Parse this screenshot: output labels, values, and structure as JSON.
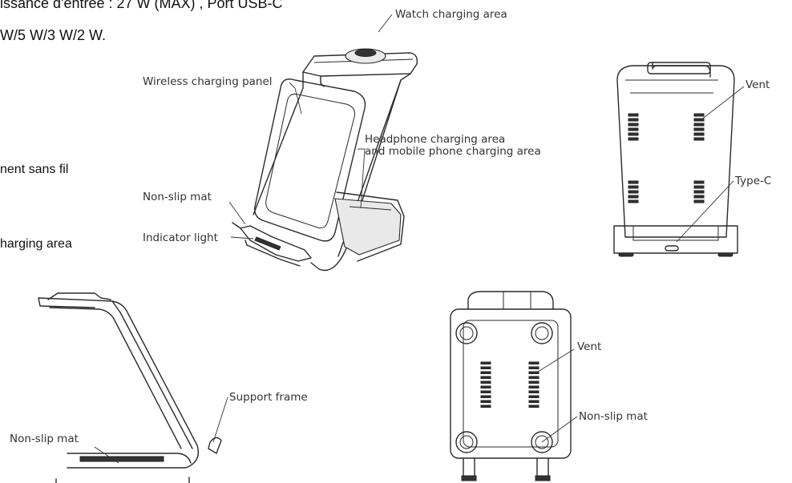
{
  "text_fragments": {
    "line1": "issance d'entrée : 27 W (MAX) , Port USB-C",
    "line2": "W/5 W/3 W/2 W.",
    "line3": "nent sans fil",
    "line4": "harging area"
  },
  "labels": {
    "watch_area": "Watch charging area",
    "wireless_panel": "Wireless charging panel",
    "headphone_line1": "Headphone charging area",
    "headphone_line2": "and mobile phone charging area",
    "nonslip_front": "Non-slip mat",
    "indicator": "Indicator light",
    "vent_back": "Vent",
    "typec": "Type-C",
    "support_frame": "Support frame",
    "nonslip_side": "Non-slip mat",
    "vent_bottom": "Vent",
    "nonslip_bottom": "Non-slip mat"
  }
}
